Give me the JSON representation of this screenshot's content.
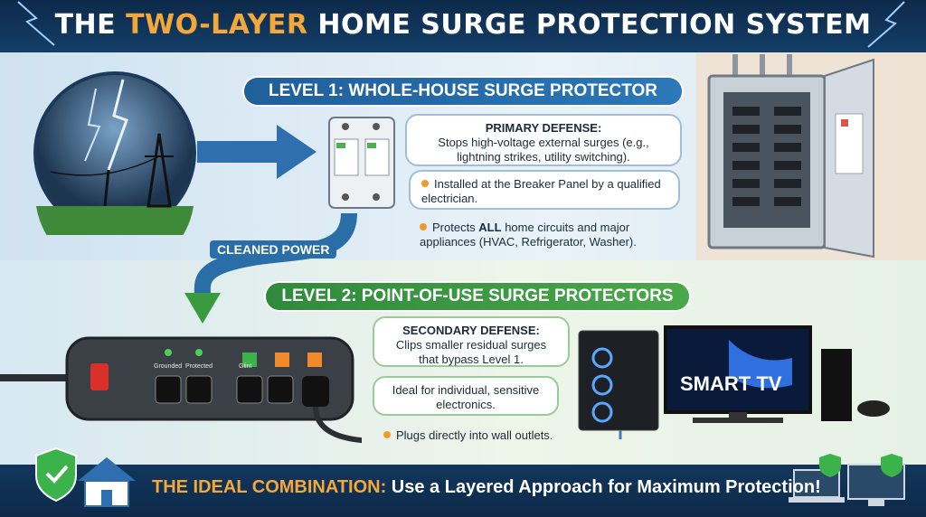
{
  "title": {
    "prefix": "THE ",
    "accent": "TWO-LAYER",
    "suffix": " HOME SURGE PROTECTION SYSTEM"
  },
  "level1": {
    "banner": "LEVEL 1: WHOLE-HOUSE SURGE PROTECTOR",
    "primary_heading": "PRIMARY DEFENSE:",
    "primary_text": "Stops high-voltage external surges (e.g., lightning strikes, utility switching).",
    "installed_text": "Installed at the Breaker Panel by a qualified electrician.",
    "protects_prefix": "Protects ",
    "protects_bold": "ALL",
    "protects_suffix": " home circuits and major appliances (HVAC, Refrigerator, Washer)."
  },
  "cleaned_power": "CLEANED POWER",
  "level2": {
    "banner": "LEVEL 2: POINT-OF-USE SURGE PROTECTORS",
    "secondary_heading": "SECONDARY DEFENSE:",
    "secondary_text": "Clips smaller residual surges that bypass Level 1.",
    "ideal_text": "Ideal for individual, sensitive electronics.",
    "plugs_text": "Plugs directly into wall outlets."
  },
  "strip_labels": {
    "grounded": "Grounded",
    "protected": "Protected",
    "glint": "Glint"
  },
  "tv_label": "SMART TV",
  "footer": {
    "accent": "THE IDEAL COMBINATION:",
    "text": " Use a Layered Approach for Maximum Protection!"
  },
  "colors": {
    "header": "#0d2a4a",
    "accent_orange": "#f4a83a",
    "level1_blue": "#2c78b8",
    "level2_green": "#4aa84a"
  }
}
